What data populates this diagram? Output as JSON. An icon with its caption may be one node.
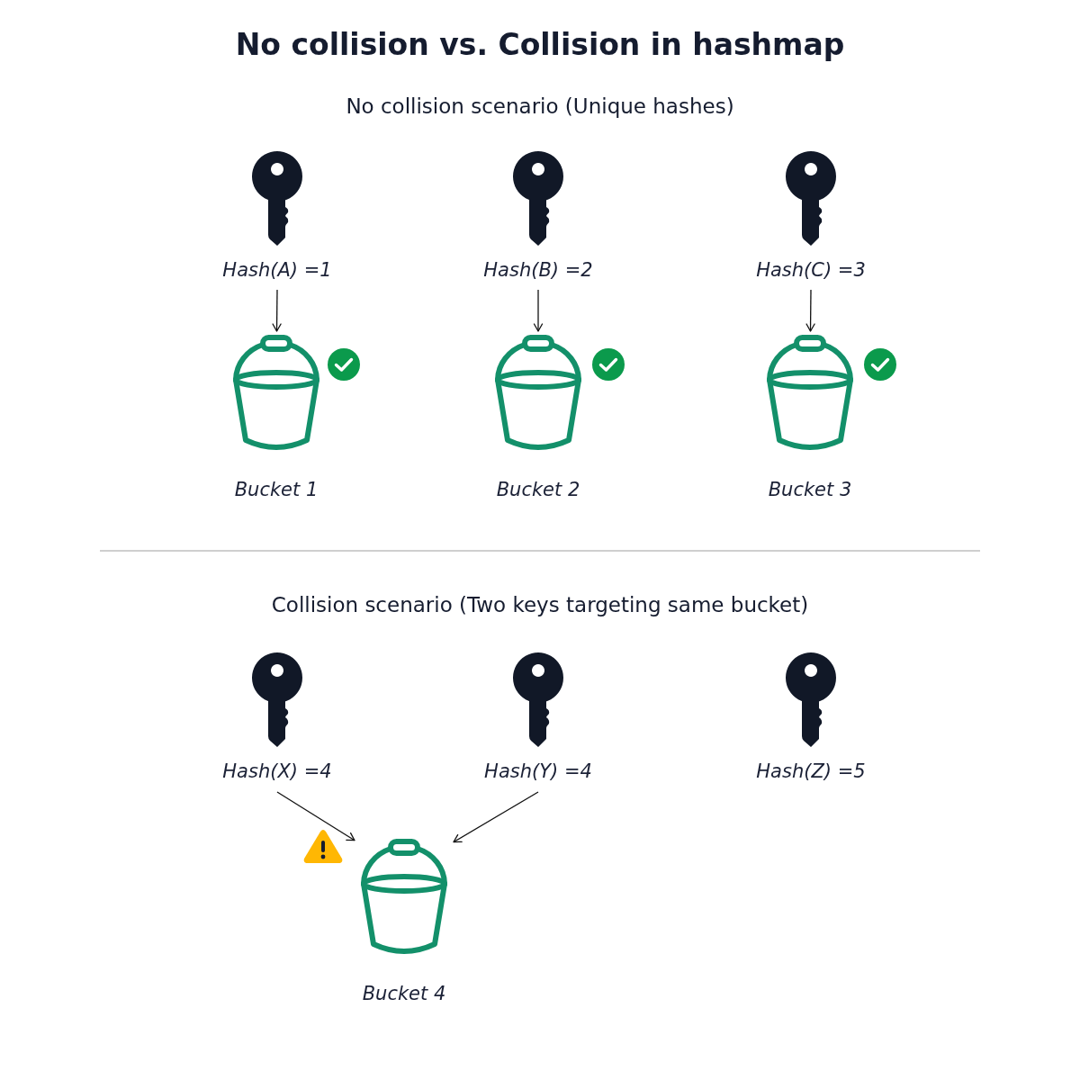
{
  "diagram": {
    "title": "No collision vs. Collision in hashmap",
    "nodes": [
      {
        "text": [
          "Hash(A) =1"
        ]
      },
      {
        "text": [
          "Hash(B) =2"
        ]
      },
      {
        "text": [
          "Hash(C) =3"
        ]
      },
      {
        "text": [
          "Bucket 1"
        ]
      },
      {
        "text": [
          "Bucket 2"
        ]
      },
      {
        "text": [
          "Bucket 3"
        ]
      },
      {
        "text": [
          "Hash(X) =4"
        ]
      },
      {
        "text": [
          "Hash(Y) =4"
        ]
      },
      {
        "text": [
          "Hash(Z) =5"
        ]
      },
      {
        "text": [
          "Bucket 4"
        ]
      }
    ],
    "edges": [
      {
        "from": 0,
        "to": 3,
        "arrow": "to"
      },
      {
        "from": 1,
        "to": 4,
        "arrow": "to"
      },
      {
        "from": 2,
        "to": 5,
        "arrow": "to"
      },
      {
        "from": 6,
        "to": 9,
        "arrow": "to"
      },
      {
        "from": 7,
        "to": 9,
        "arrow": "to"
      }
    ],
    "labels": [
      "No collision scenario (Unique hashes)",
      "Collision scenario (Two keys targeting same bucket)"
    ]
  }
}
